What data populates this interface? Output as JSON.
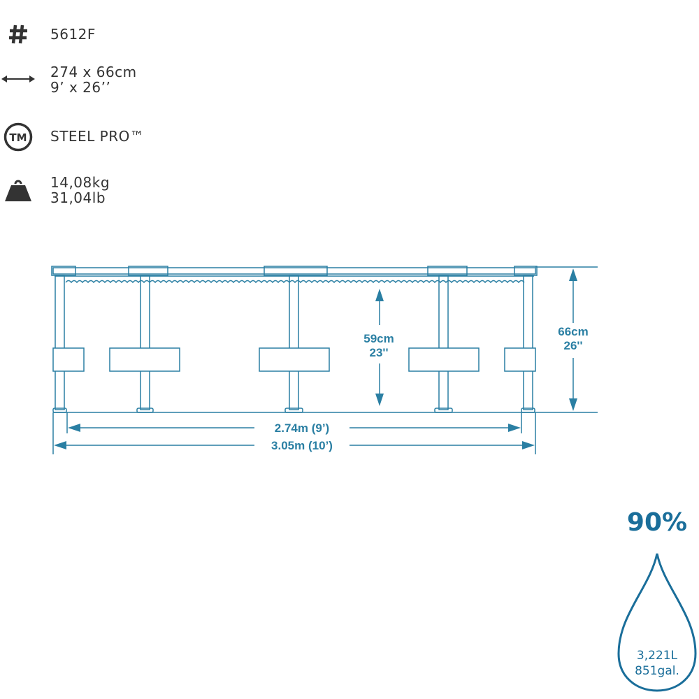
{
  "specs": {
    "model": {
      "icon": "hash-icon",
      "line1": "5612F"
    },
    "size": {
      "icon": "double-arrow-icon",
      "line1": "274 x 66cm",
      "line2": "9’ x 26’’"
    },
    "brand": {
      "icon": "trademark-icon",
      "icon_text": "TM",
      "line1": "STEEL PRO™"
    },
    "weight": {
      "icon": "weight-icon",
      "line1": "14,08kg",
      "line2": "31,04lb"
    }
  },
  "diagram": {
    "water_depth": {
      "metric": "59cm",
      "imperial": "23''"
    },
    "pool_height": {
      "metric": "66cm",
      "imperial": "26''"
    },
    "inner_width": "2.74m (9’)",
    "outer_width": "3.05m (10’)"
  },
  "capacity": {
    "fill_percent": "90%",
    "liters": "3,221L",
    "gallons": "851gal."
  },
  "colors": {
    "line": "#2a7fa3",
    "text": "#333333",
    "accent": "#1a6e9a"
  }
}
